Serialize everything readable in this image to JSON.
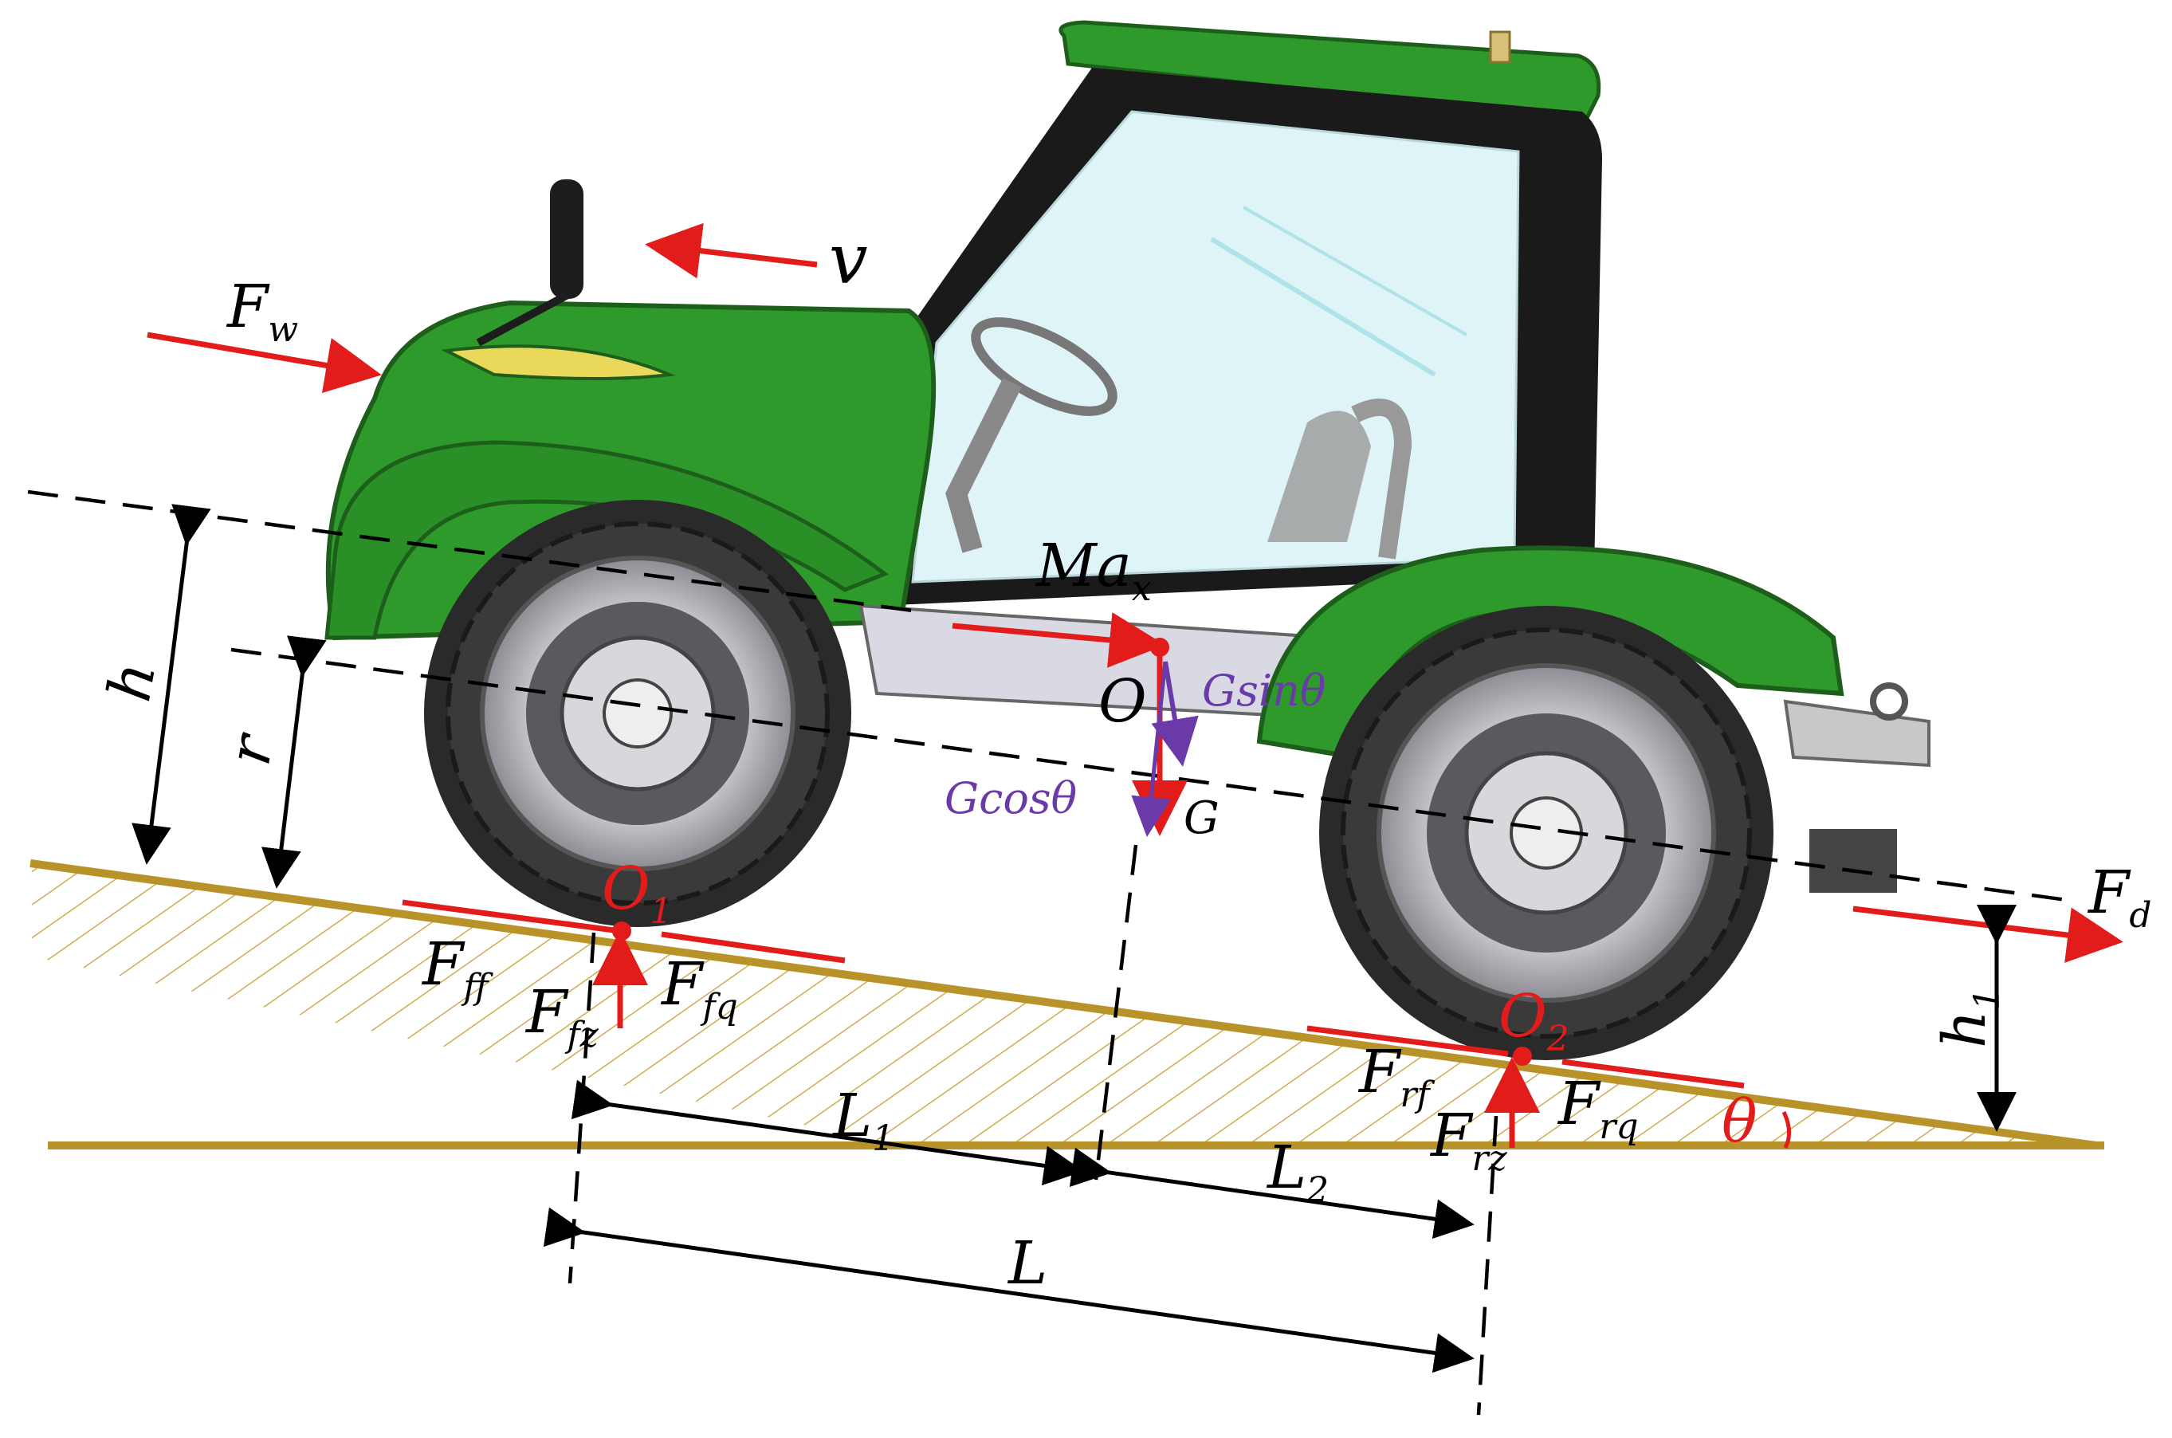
{
  "labels": {
    "Fw": {
      "main": "F",
      "sub": "w"
    },
    "v": "v",
    "h": "h",
    "r": "r",
    "Max": {
      "main": "Ma",
      "sub": "x"
    },
    "O": "O",
    "Gsin": "Gsinθ",
    "Gcos": "Gcosθ",
    "G": "G",
    "Fd": {
      "main": "F",
      "sub": "d"
    },
    "O1": {
      "main": "O",
      "sub": "1"
    },
    "O2": {
      "main": "O",
      "sub": "2"
    },
    "Fff": {
      "main": "F",
      "sub": "ff"
    },
    "Ffz": {
      "main": "F",
      "sub": "fz"
    },
    "Ffq": {
      "main": "F",
      "sub": "fq"
    },
    "Frf": {
      "main": "F",
      "sub": "rf"
    },
    "Frz": {
      "main": "F",
      "sub": "rz"
    },
    "Frq": {
      "main": "F",
      "sub": "rq"
    },
    "h1": {
      "main": "h",
      "sub": "1"
    },
    "theta": "θ",
    "L1": {
      "main": "L",
      "sub": "1"
    },
    "L2": {
      "main": "L",
      "sub": "2"
    },
    "L": "L"
  },
  "colors": {
    "force": "#e21b1b",
    "component": "#6a3aa8",
    "ground": "#b8932a",
    "body": "#2f9a2c",
    "cab": "#1a1a1a",
    "glass": "#dff4f6",
    "tire": "#2a2a2a",
    "rim": "#cfcfd3"
  },
  "icons": [
    "tractor-illustration",
    "front-wheel",
    "rear-wheel"
  ]
}
